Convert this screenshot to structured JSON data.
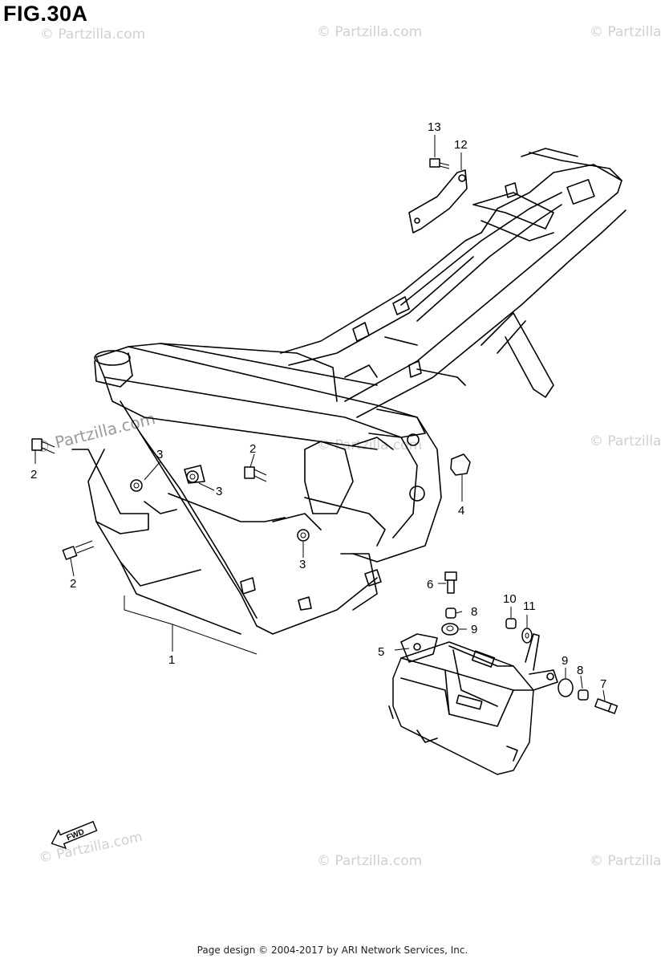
{
  "figure": {
    "title": "FIG.30A"
  },
  "watermark": {
    "text": "© Partzilla.com",
    "text_short": "© Partzilla"
  },
  "fwd_marker": {
    "label": "FWD"
  },
  "callouts": {
    "c1": "1",
    "c2a": "2",
    "c2b": "2",
    "c2c": "2",
    "c3a": "3",
    "c3b": "3",
    "c3c": "3",
    "c4": "4",
    "c5": "5",
    "c6": "6",
    "c7": "7",
    "c8a": "8",
    "c8b": "8",
    "c9a": "9",
    "c9b": "9",
    "c10": "10",
    "c11": "11",
    "c12": "12",
    "c13": "13"
  },
  "footer": {
    "text": "Page design © 2004-2017 by ARI Network Services, Inc."
  }
}
